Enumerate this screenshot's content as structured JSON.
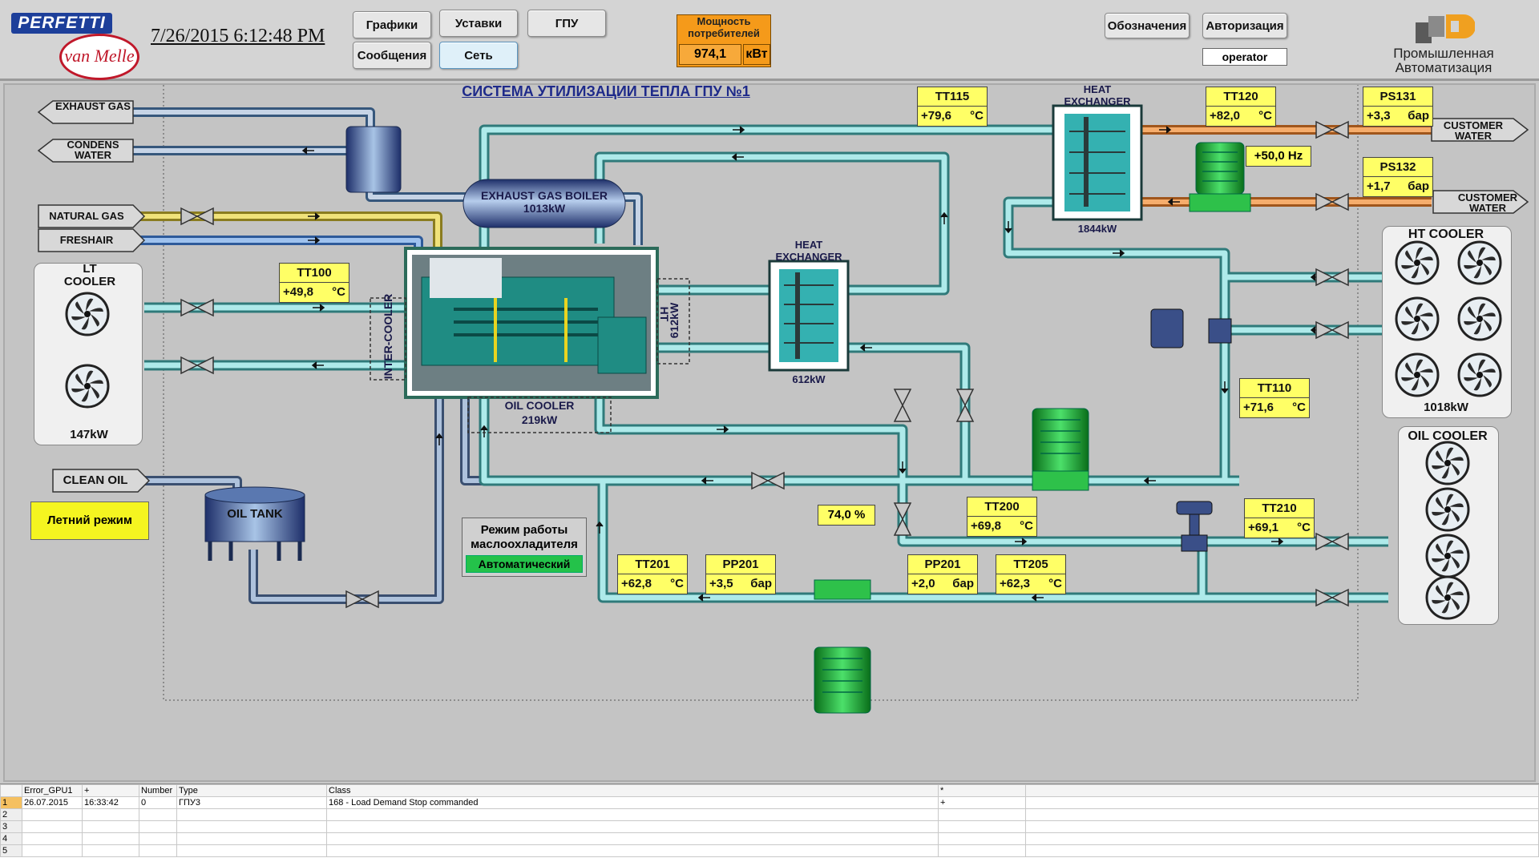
{
  "header": {
    "logo_text": "PERFETTI",
    "logo_sub": "van Melle",
    "timestamp": "7/26/2015 6:12:48 PM",
    "nav": {
      "grafiki": "Графики",
      "ustavki": "Уставки",
      "gpu": "ГПУ",
      "soobscheniya": "Сообщения",
      "set": "Сеть"
    },
    "power": {
      "label": "Мощность потребителей",
      "value": "974,1",
      "unit": "кВт"
    },
    "legend_btn": "Обозначения",
    "auth_btn": "Авторизация",
    "user": "operator",
    "brand": "Промышленная Автоматизация"
  },
  "schematic": {
    "title": "СИСТЕМА УТИЛИЗАЦИИ ТЕПЛА ГПУ №1",
    "inputs": {
      "exhaust_gas": "EXHAUST GAS",
      "condens_water": "CONDENS WATER",
      "natural_gas": "NATURAL GAS",
      "freshair": "FRESHAIR",
      "customer_water_out": "CUSTOMER WATER",
      "customer_water_in": "CUSTOMER WATER",
      "clean_oil": "CLEAN OIL"
    },
    "equipment": {
      "boiler": "EXHAUST GAS BOILER",
      "boiler_kw": "1013kW",
      "hx1": "HEAT EXCHANGER",
      "hx1_kw": "1844kW",
      "hx2": "HEAT EXCHANGER",
      "hx2_kw": "612kW",
      "intercooler": "INTER-COOLER",
      "ht_label": "HT",
      "ht_kw": "612kW",
      "oil_cooler_engine": "OIL COOLER",
      "oil_cooler_engine_kw": "219kW",
      "lt_cooler": "LT COOLER",
      "lt_cooler_kw": "147kW",
      "ht_cooler": "HT COOLER",
      "ht_cooler_kw": "1018kW",
      "oil_cooler": "OIL COOLER",
      "oil_tank": "OIL TANK"
    },
    "sensors": {
      "TT115": {
        "tag": "TT115",
        "value": "+79,6",
        "unit": "°C"
      },
      "TT120": {
        "tag": "TT120",
        "value": "+82,0",
        "unit": "°C"
      },
      "PS131": {
        "tag": "PS131",
        "value": "+3,3",
        "unit": "бар"
      },
      "PS132": {
        "tag": "PS132",
        "value": "+1,7",
        "unit": "бар"
      },
      "TT100": {
        "tag": "TT100",
        "value": "+49,8",
        "unit": "°C"
      },
      "TT110": {
        "tag": "TT110",
        "value": "+71,6",
        "unit": "°C"
      },
      "TT200": {
        "tag": "TT200",
        "value": "+69,8",
        "unit": "°C"
      },
      "TT210": {
        "tag": "TT210",
        "value": "+69,1",
        "unit": "°C"
      },
      "TT201": {
        "tag": "TT201",
        "value": "+62,8",
        "unit": "°C"
      },
      "PP201a": {
        "tag": "PP201",
        "value": "+3,5",
        "unit": "бар"
      },
      "PP201b": {
        "tag": "PP201",
        "value": "+2,0",
        "unit": "бар"
      },
      "TT205": {
        "tag": "TT205",
        "value": "+62,3",
        "unit": "°C"
      }
    },
    "pump_hz": "+50,0 Hz",
    "valve_pct": "74,0 %",
    "summer_mode": "Летний режим",
    "oil_mode_title": "Режим работы маслоохладителя",
    "oil_mode_value": "Автоматический",
    "colors": {
      "water": "#7fd6d6",
      "gas": "#f0e27a",
      "air": "#8fb6e8",
      "hot": "#f4a060",
      "pipe_edge": "#3a6a8a",
      "equip": "#2a9a9a"
    }
  },
  "alarms": {
    "headers": [
      "Error_GPU1",
      "+",
      "Number",
      "Type",
      "Class",
      "*"
    ],
    "rows": [
      {
        "n": "1",
        "date": "26.07.2015",
        "time": "16:33:42",
        "number": "0",
        "type": "ГПУ3",
        "class": "168 - Load Demand Stop commanded",
        "flag": "+"
      },
      {
        "n": "2"
      },
      {
        "n": "3"
      },
      {
        "n": "4"
      },
      {
        "n": "5"
      }
    ]
  }
}
